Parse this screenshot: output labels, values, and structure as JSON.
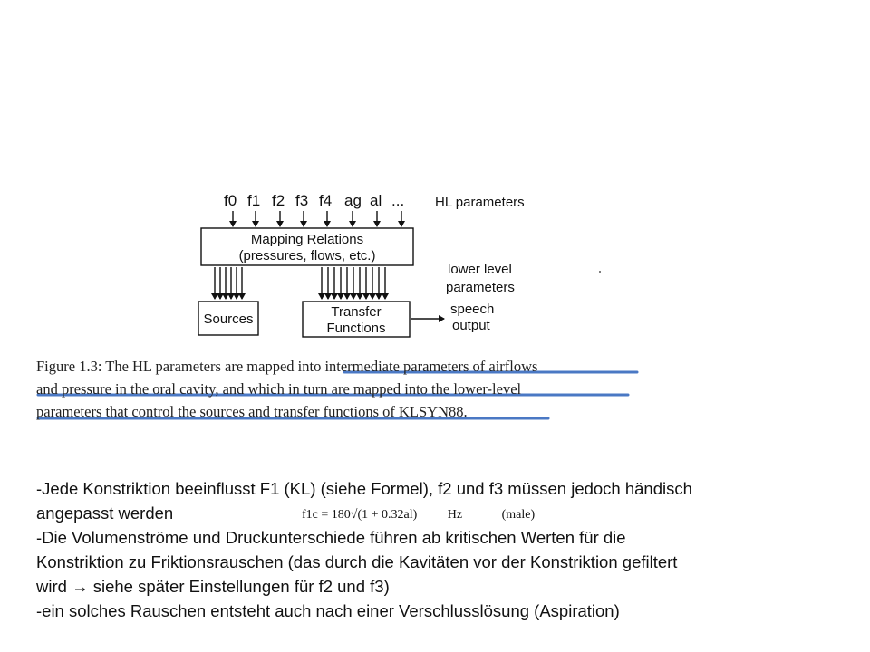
{
  "diagram": {
    "params": [
      "f0",
      "f1",
      "f2",
      "f3",
      "f4",
      "ag",
      "al",
      "..."
    ],
    "hl_label": "HL parameters",
    "mapping_line1": "Mapping Relations",
    "mapping_line2": "(pressures, flows, etc.)",
    "lower_level_line1": "lower level",
    "lower_level_line2": "parameters",
    "sources": "Sources",
    "transfer_line1": "Transfer",
    "transfer_line2": "Functions",
    "speech_line1": "speech",
    "speech_line2": "output"
  },
  "caption": {
    "line1": "Figure 1.3:  The HL parameters are mapped into intermediate parameters of airflows",
    "line2": "and pressure in the oral cavity, and which in turn are mapped into the lower-level",
    "line3": "parameters that control the sources and transfer functions of KLSYN88."
  },
  "body": {
    "bullet1_line1": "-Jede Konstriktion beeinflusst F1 (KL) (siehe Formel), f2 und f3 müssen jedoch händisch",
    "bullet1_line2": "angepasst werden",
    "bullet2_line1": "-Die Volumenströme und Druckunterschiede führen ab kritischen Werten für die",
    "bullet2_line2": "Konstriktion zu Friktionsrauschen (das durch die Kavitäten vor der Konstriktion gefiltert",
    "bullet2_line3_a": "wird ",
    "bullet2_line3_arrow": "→",
    "bullet2_line3_b": " siehe später Einstellungen für f2 und f3)",
    "bullet3": "-ein solches Rauschen entsteht auch nach einer Verschlusslösung (Aspiration)"
  },
  "formula": {
    "expression": "f1c = 180√(1 + 0.32al)",
    "unit": "Hz",
    "note": "(male)"
  },
  "colors": {
    "underline": "#4a78c4",
    "ink": "#111111"
  }
}
